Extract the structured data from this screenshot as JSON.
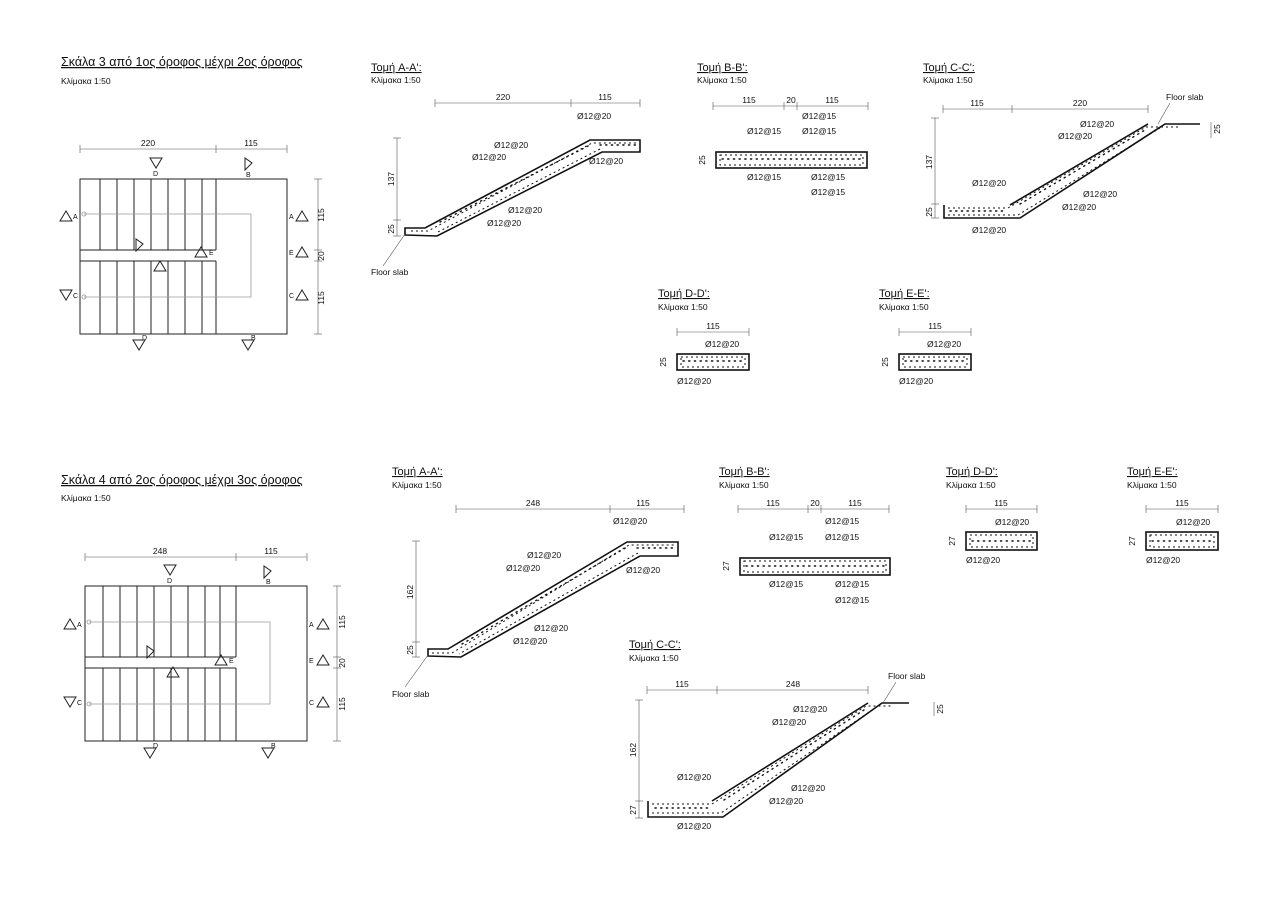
{
  "scale_label": "Κλίμακα 1:50",
  "floor_slab": "Floor slab",
  "rebars": {
    "r20": "Ø12@20",
    "r15": "Ø12@15"
  },
  "mark_letters": {
    "a": "A",
    "b": "B",
    "c": "C",
    "d": "D",
    "e": "E"
  },
  "stair3": {
    "title": "Σκάλα 3 από 1ος όροφος μέχρι 2ος όροφος",
    "plan_dims": {
      "d1": "220",
      "d2": "115",
      "v1": "115",
      "v2": "20",
      "v3": "115"
    },
    "sections": {
      "aa": {
        "title": "Τομή A-A':",
        "dim_h1": "220",
        "dim_h2": "115",
        "dim_v1": "137",
        "dim_v2": "25"
      },
      "bb": {
        "title": "Τομή B-B':",
        "dim_h1": "115",
        "dim_h2": "20",
        "dim_h3": "115",
        "dim_v": "25"
      },
      "cc": {
        "title": "Τομή C-C':",
        "dim_h1": "115",
        "dim_h2": "220",
        "dim_v1": "137",
        "dim_v2": "25",
        "dim_v3": "25"
      },
      "dd": {
        "title": "Τομή D-D':",
        "dim_h": "115",
        "dim_v": "25"
      },
      "ee": {
        "title": "Τομή E-E':",
        "dim_h": "115",
        "dim_v": "25"
      }
    }
  },
  "stair4": {
    "title": "Σκάλα 4 από 2ος όροφος μέχρι 3ος όροφος",
    "plan_dims": {
      "d1": "248",
      "d2": "115",
      "v1": "115",
      "v2": "20",
      "v3": "115"
    },
    "sections": {
      "aa": {
        "title": "Τομή A-A':",
        "dim_h1": "248",
        "dim_h2": "115",
        "dim_v1": "162",
        "dim_v2": "25"
      },
      "bb": {
        "title": "Τομή B-B':",
        "dim_h1": "115",
        "dim_h2": "20",
        "dim_h3": "115",
        "dim_v": "27"
      },
      "cc": {
        "title": "Τομή C-C':",
        "dim_h1": "115",
        "dim_h2": "248",
        "dim_v1": "162",
        "dim_v2": "27",
        "dim_v3": "25"
      },
      "dd": {
        "title": "Τομή D-D':",
        "dim_h": "115",
        "dim_v": "27"
      },
      "ee": {
        "title": "Τομή E-E':",
        "dim_h": "115",
        "dim_v": "27"
      }
    }
  }
}
